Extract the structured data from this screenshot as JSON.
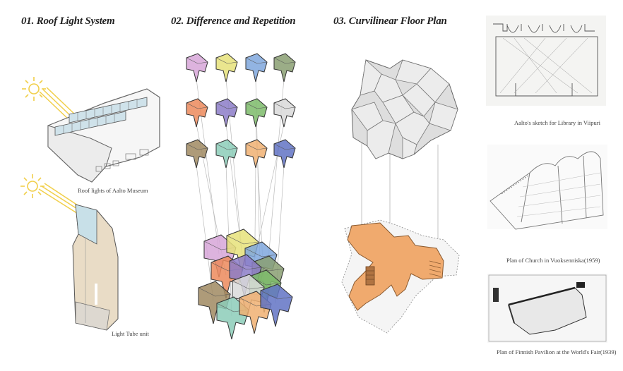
{
  "sections": [
    {
      "number": "01.",
      "title": "01. Roof Light System"
    },
    {
      "number": "02.",
      "title": "02. Difference and Repetition"
    },
    {
      "number": "03.",
      "title": "03. Curvilinear Floor Plan"
    }
  ],
  "roof_light": {
    "museum_caption": "Roof lights of Aalto Museum",
    "tube_caption": "Light Tube unit",
    "icons": [
      "sun-icon",
      "sun-icon"
    ]
  },
  "difference_repetition": {
    "modules": [
      {
        "color": "#d7a6d8"
      },
      {
        "color": "#e6e27a"
      },
      {
        "color": "#7fa7dd"
      },
      {
        "color": "#8a9f72"
      },
      {
        "color": "#ec8a5c"
      },
      {
        "color": "#8c7cc8"
      },
      {
        "color": "#7dbb6a"
      },
      {
        "color": "#d9d9d9"
      },
      {
        "color": "#a08a62"
      },
      {
        "color": "#8ccdb8"
      },
      {
        "color": "#f0b072"
      },
      {
        "color": "#6173c4"
      }
    ]
  },
  "floor_plan": {
    "roof_color": "#dcdcdc",
    "plan_color": "#f0aa6e"
  },
  "references": [
    {
      "caption": "Aalto's sketch for Library in Viipuri"
    },
    {
      "caption": "Plan of Church in Vuoksenniska(1959)"
    },
    {
      "caption": "Plan of Finnish Pavilion at the World's Fair(1939)"
    }
  ]
}
